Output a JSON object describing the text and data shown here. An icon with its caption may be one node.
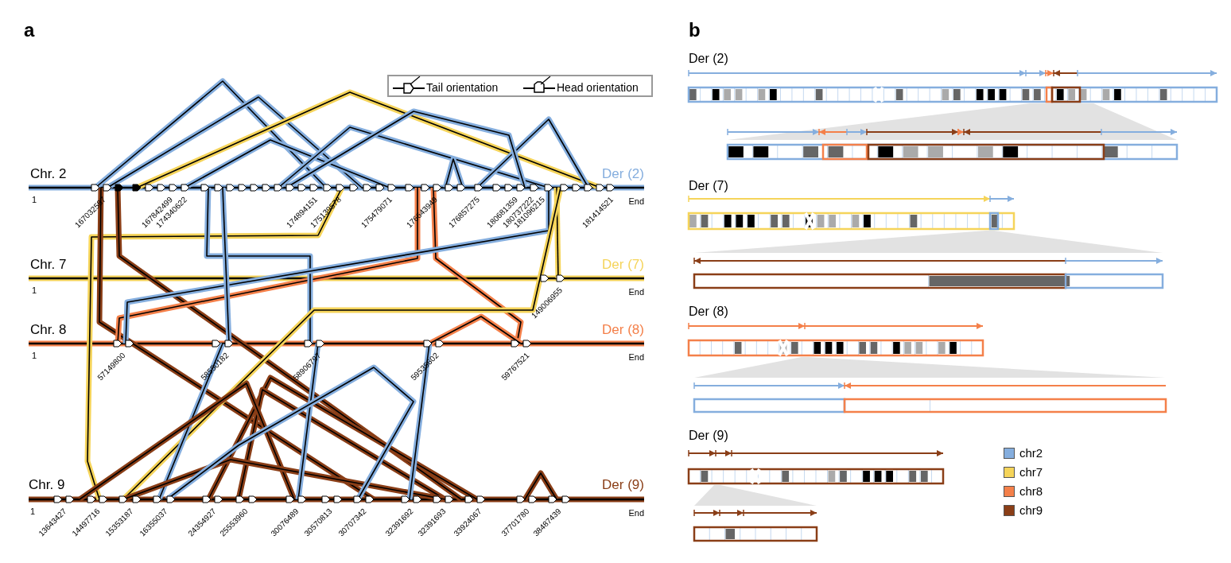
{
  "diagram": {
    "labels": [
      "a",
      "Chr. 2",
      "Der (2)",
      "1",
      "End",
      "167032587",
      "167842499",
      "174340622",
      "174894151",
      "175139578",
      "175479071",
      "176643949",
      "176857275",
      "180681359",
      "180737222",
      "181096215",
      "181414521",
      "Chr. 7",
      "Der (7)",
      "1",
      "End",
      "149006955",
      "Chr. 8",
      "Der (8)",
      "1",
      "End",
      "57149800",
      "58550182",
      "58906797",
      "59535602",
      "59767521",
      "Chr. 9",
      "Der (9)",
      "1",
      "End",
      "13643427",
      "14497716",
      "15353187",
      "16355037",
      "24354927",
      "25553960",
      "30076489",
      "30570813",
      "30707342",
      "32391692",
      "32391693",
      "33924067",
      "37701780",
      "38487439",
      "b",
      "Der (2)",
      "Der (7)",
      "Der (8)",
      "Der (9)"
    ],
    "legend": [
      {
        "text": "Tail orientation"
      },
      {
        "text": "Head orientation"
      },
      {
        "text": "chr2",
        "color": "#85aede"
      },
      {
        "text": "chr7",
        "color": "#f5d45a"
      },
      {
        "text": "chr8",
        "color": "#f4804a"
      },
      {
        "text": "chr9",
        "color": "#8a3e17"
      }
    ]
  }
}
